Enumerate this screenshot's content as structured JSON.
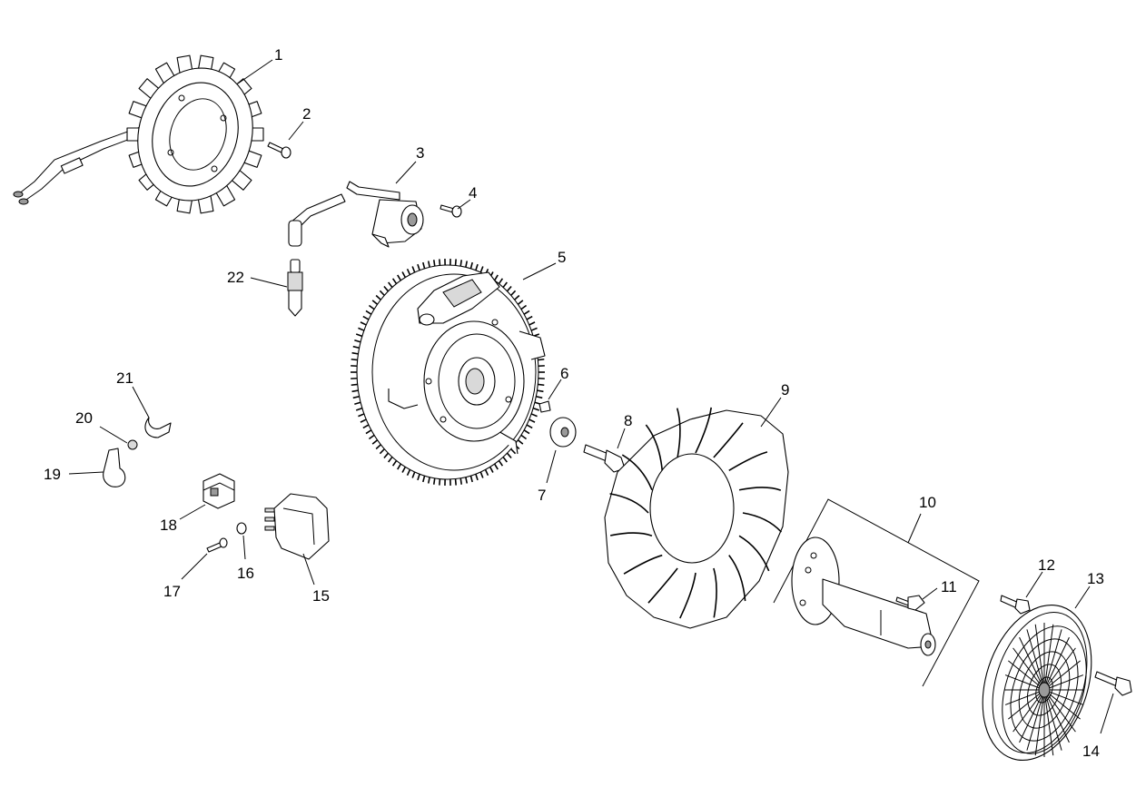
{
  "diagram": {
    "callouts": [
      {
        "id": "1",
        "text": "1"
      },
      {
        "id": "2",
        "text": "2"
      },
      {
        "id": "3",
        "text": "3"
      },
      {
        "id": "4",
        "text": "4"
      },
      {
        "id": "5",
        "text": "5"
      },
      {
        "id": "6",
        "text": "6"
      },
      {
        "id": "7",
        "text": "7"
      },
      {
        "id": "8",
        "text": "8"
      },
      {
        "id": "9",
        "text": "9"
      },
      {
        "id": "10",
        "text": "10"
      },
      {
        "id": "11",
        "text": "11"
      },
      {
        "id": "12",
        "text": "12"
      },
      {
        "id": "13",
        "text": "13"
      },
      {
        "id": "14",
        "text": "14"
      },
      {
        "id": "15",
        "text": "15"
      },
      {
        "id": "16",
        "text": "16"
      },
      {
        "id": "17",
        "text": "17"
      },
      {
        "id": "18",
        "text": "18"
      },
      {
        "id": "19",
        "text": "19"
      },
      {
        "id": "20",
        "text": "20"
      },
      {
        "id": "21",
        "text": "21"
      },
      {
        "id": "22",
        "text": "22"
      }
    ]
  }
}
